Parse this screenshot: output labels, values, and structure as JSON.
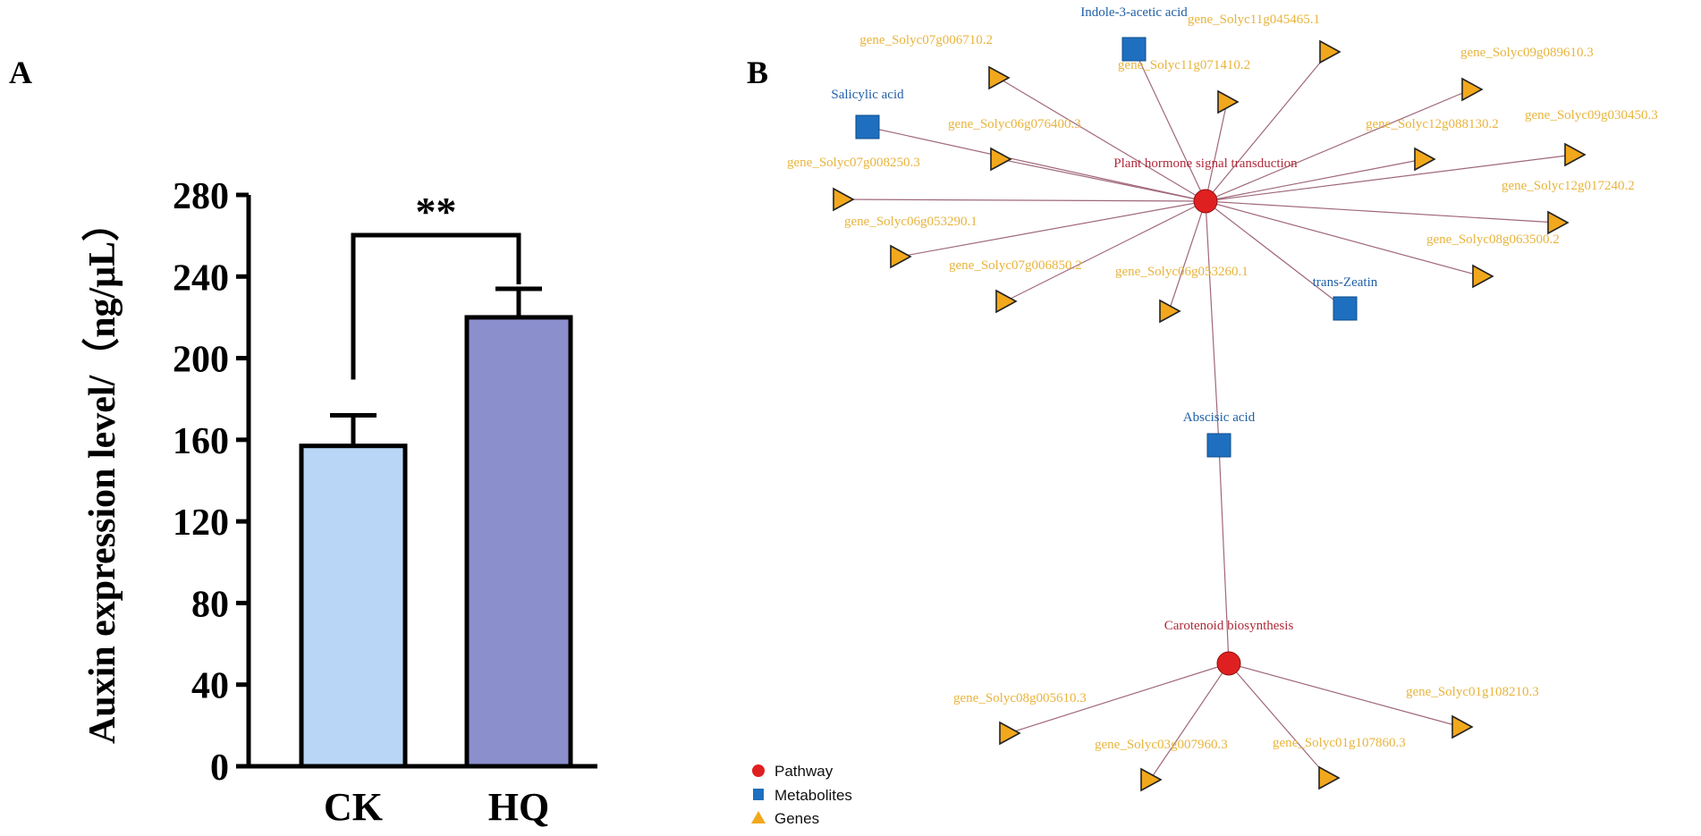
{
  "chart_data": [
    {
      "panel_label": "A",
      "type": "bar",
      "categories": [
        "CK",
        "HQ"
      ],
      "values": [
        157,
        220
      ],
      "errors": [
        15,
        14
      ],
      "ylabel": "Auxin expression level/（ng/μL）",
      "xlabel": "",
      "ylim": [
        0,
        280
      ],
      "yticks": [
        "0",
        "40",
        "80",
        "120",
        "160",
        "200",
        "240",
        "280"
      ],
      "significance": "**",
      "colors": [
        "#b9d6f6",
        "#8b8fcc"
      ],
      "grid": false
    },
    {
      "panel_label": "B",
      "type": "network",
      "nodes": [
        {
          "id": "p1",
          "label": "Plant hormone signal transduction",
          "kind": "pathway"
        },
        {
          "id": "p2",
          "label": "Carotenoid biosynthesis",
          "kind": "pathway"
        },
        {
          "id": "m1",
          "label": "Indole-3-acetic acid",
          "kind": "metabolite"
        },
        {
          "id": "m2",
          "label": "Salicylic acid",
          "kind": "metabolite"
        },
        {
          "id": "m3",
          "label": "trans-Zeatin",
          "kind": "metabolite"
        },
        {
          "id": "m4",
          "label": "Abscisic acid",
          "kind": "metabolite"
        },
        {
          "id": "g1",
          "label": "gene_Solyc11g045465.1",
          "kind": "gene"
        },
        {
          "id": "g2",
          "label": "gene_Solyc07g006710.2",
          "kind": "gene"
        },
        {
          "id": "g3",
          "label": "gene_Solyc11g071410.2",
          "kind": "gene"
        },
        {
          "id": "g4",
          "label": "gene_Solyc09g089610.3",
          "kind": "gene"
        },
        {
          "id": "g5",
          "label": "gene_Solyc06g076400.3",
          "kind": "gene"
        },
        {
          "id": "g6",
          "label": "gene_Solyc12g088130.2",
          "kind": "gene"
        },
        {
          "id": "g7",
          "label": "gene_Solyc09g030450.3",
          "kind": "gene"
        },
        {
          "id": "g8",
          "label": "gene_Solyc07g008250.3",
          "kind": "gene"
        },
        {
          "id": "g9",
          "label": "gene_Solyc12g017240.2",
          "kind": "gene"
        },
        {
          "id": "g10",
          "label": "gene_Solyc06g053290.1",
          "kind": "gene"
        },
        {
          "id": "g11",
          "label": "gene_Solyc08g063500.2",
          "kind": "gene"
        },
        {
          "id": "g12",
          "label": "gene_Solyc07g006850.2",
          "kind": "gene"
        },
        {
          "id": "g13",
          "label": "gene_Solyc06g053260.1",
          "kind": "gene"
        },
        {
          "id": "g14",
          "label": "gene_Solyc08g005610.3",
          "kind": "gene"
        },
        {
          "id": "g15",
          "label": "gene_Solyc01g108210.3",
          "kind": "gene"
        },
        {
          "id": "g16",
          "label": "gene_Solyc03g007960.3",
          "kind": "gene"
        },
        {
          "id": "g17",
          "label": "gene_Solyc01g107860.3",
          "kind": "gene"
        }
      ],
      "edges": [
        [
          "p1",
          "m1"
        ],
        [
          "p1",
          "m2"
        ],
        [
          "p1",
          "m3"
        ],
        [
          "p1",
          "m4"
        ],
        [
          "p1",
          "g1"
        ],
        [
          "p1",
          "g2"
        ],
        [
          "p1",
          "g3"
        ],
        [
          "p1",
          "g4"
        ],
        [
          "p1",
          "g5"
        ],
        [
          "p1",
          "g6"
        ],
        [
          "p1",
          "g7"
        ],
        [
          "p1",
          "g8"
        ],
        [
          "p1",
          "g9"
        ],
        [
          "p1",
          "g10"
        ],
        [
          "p1",
          "g11"
        ],
        [
          "p1",
          "g12"
        ],
        [
          "p1",
          "g13"
        ],
        [
          "m4",
          "p2"
        ],
        [
          "p2",
          "g14"
        ],
        [
          "p2",
          "g15"
        ],
        [
          "p2",
          "g16"
        ],
        [
          "p2",
          "g17"
        ]
      ],
      "legend": [
        {
          "label": "Pathway",
          "kind": "pathway"
        },
        {
          "label": "Metabolites",
          "kind": "metabolite"
        },
        {
          "label": "Genes",
          "kind": "gene"
        }
      ],
      "colors": {
        "pathway": "#e02020",
        "metabolite": "#1e6fbf",
        "gene": "#f2a81d",
        "edge": "#a0687a",
        "pathway_text": "#b02a3a",
        "metabolite_text": "#1f5fa6",
        "gene_text": "#e8b43c"
      }
    }
  ]
}
